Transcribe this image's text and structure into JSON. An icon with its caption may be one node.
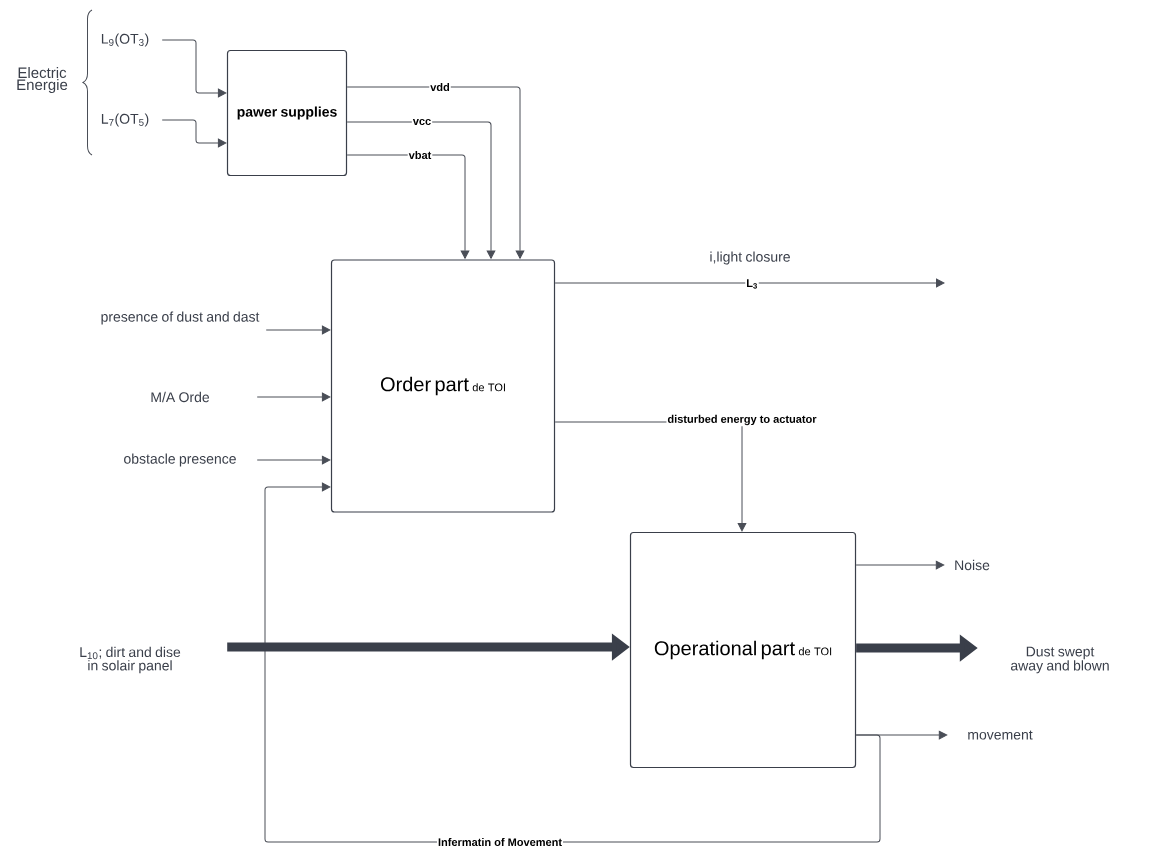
{
  "diagram": {
    "nodes": [
      {
        "text": [
          "pawer supplies"
        ]
      },
      {
        "text": [
          "Order part",
          "de TOI"
        ]
      },
      {
        "text": [
          "Operational part",
          "de TOI"
        ]
      },
      {
        "text": [
          "L$_{9}$(OT$_{3}$)"
        ]
      },
      {
        "text": [
          "L$_{7}$(OT$_{5}$)"
        ]
      },
      {
        "text": [
          "presence of dust and dast"
        ]
      },
      {
        "text": [
          "M/A Orde"
        ]
      },
      {
        "text": [
          "obstacle presence"
        ]
      },
      {
        "text": [
          "L$_{10}$; dirt and dise in solair panel"
        ]
      },
      {
        "text": [
          "Noise"
        ]
      },
      {
        "text": [
          "Dust swept away and blown"
        ]
      },
      {
        "text": [
          "movement"
        ]
      }
    ],
    "edges": [
      {
        "from": 3,
        "to": 0,
        "arrow": "to"
      },
      {
        "from": 4,
        "to": 0,
        "arrow": "to"
      },
      {
        "from": 0,
        "to": 1,
        "arrow": "to",
        "label": "vdd"
      },
      {
        "from": 0,
        "to": 1,
        "arrow": "to",
        "label": "vcc"
      },
      {
        "from": 0,
        "to": 1,
        "arrow": "to",
        "label": "vbat"
      },
      {
        "from": 5,
        "to": 1,
        "arrow": "to"
      },
      {
        "from": 6,
        "to": 1,
        "arrow": "to"
      },
      {
        "from": 7,
        "to": 1,
        "arrow": "to"
      },
      {
        "from": 2,
        "to": 1,
        "arrow": "to",
        "label": "Infermatin of Movement"
      },
      {
        "from": 1,
        "to": null,
        "arrow": "to",
        "label": "L$_{3}$"
      },
      {
        "from": 1,
        "to": 2,
        "arrow": "to",
        "label": "disturbed energy to actuator"
      },
      {
        "from": 8,
        "to": 2,
        "arrow": "to",
        "style": "thick"
      },
      {
        "from": 2,
        "to": 9,
        "arrow": "to"
      },
      {
        "from": 2,
        "to": 10,
        "arrow": "to",
        "style": "thick"
      },
      {
        "from": 2,
        "to": 11,
        "arrow": "to"
      }
    ],
    "labels": [
      "Electric Energie",
      "i,light closure"
    ]
  }
}
